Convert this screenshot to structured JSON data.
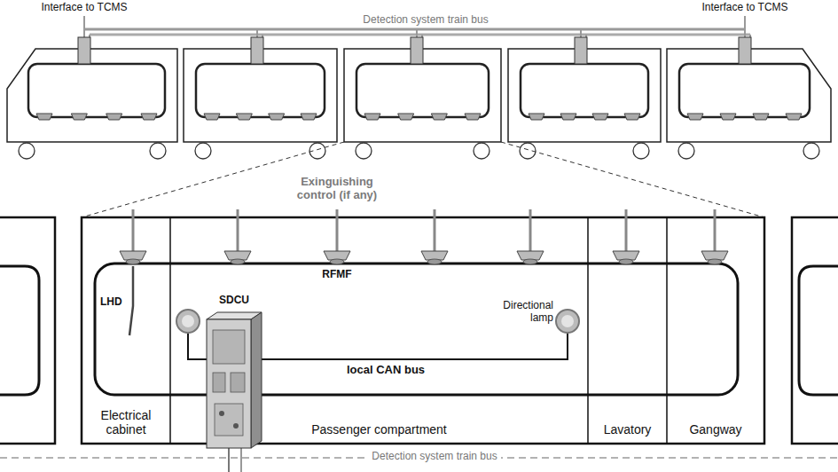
{
  "diagram": {
    "nodes": [
      {
        "text": [
          "Electrical cabinet"
        ]
      },
      {
        "text": [
          "Passenger compartment"
        ]
      },
      {
        "text": [
          "Lavatory"
        ]
      },
      {
        "text": [
          "Gangway"
        ]
      }
    ],
    "labels": [
      "Interface to TCMS",
      "Interface to TCMS",
      "Detection system train bus",
      "Exinguishing control (if any)",
      "LHD",
      "RFMF",
      "SDCU",
      "Directional lamp",
      "local CAN bus",
      "Detection system train bus"
    ]
  }
}
